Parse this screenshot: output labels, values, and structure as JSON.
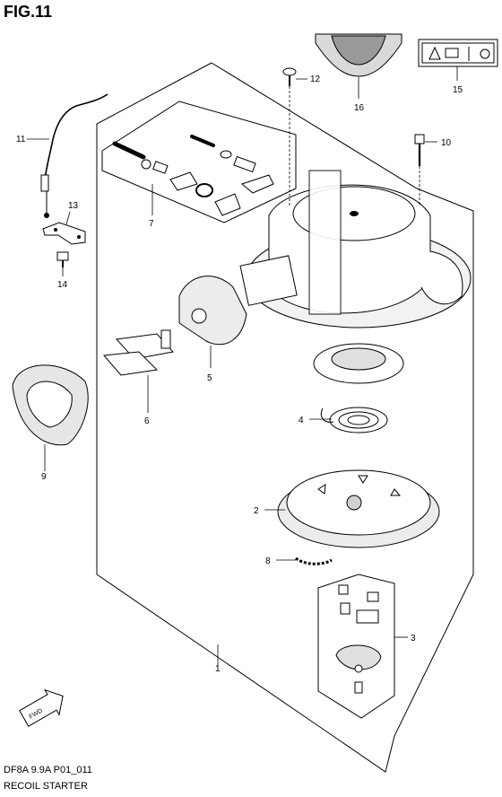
{
  "figure": {
    "title": "FIG.11"
  },
  "footer": {
    "model_code": "DF8A 9.9A P01_011",
    "assembly_name": "RECOIL STARTER"
  },
  "direction_marker": {
    "label": "FWD"
  },
  "callouts": {
    "c1": "1",
    "c2": "2",
    "c3": "3",
    "c4": "4",
    "c5": "5",
    "c6": "6",
    "c7": "7",
    "c8": "8",
    "c9": "9",
    "c10": "10",
    "c11": "11",
    "c12": "12",
    "c13": "13",
    "c14": "14",
    "c15": "15",
    "c16": "16"
  },
  "icons": {
    "recoil_starter_housing": "housing-assembly-icon",
    "warning_label": "warning-label-icon",
    "decal": "decal-icon"
  }
}
